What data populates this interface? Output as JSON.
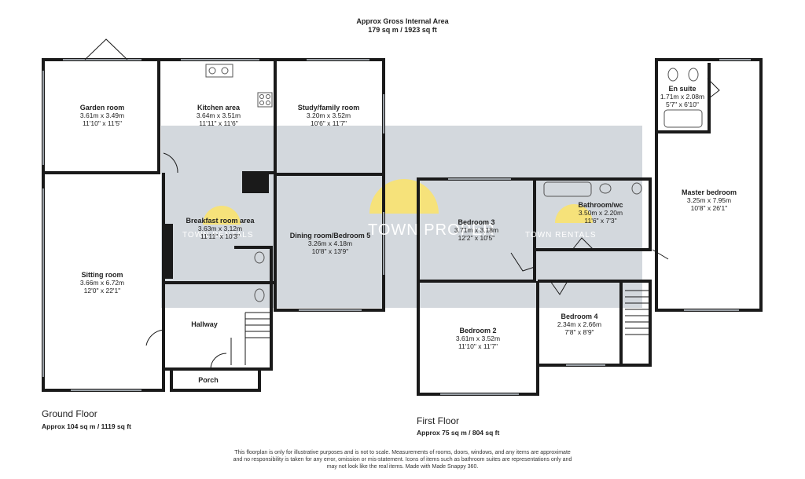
{
  "header": {
    "line1": "Approx Gross Internal Area",
    "line2": "179 sq m / 1923 sq ft"
  },
  "watermark": {
    "left_text": "TOWN RENTALS",
    "center_text": "TOWN PROPER",
    "right_text": "TOWN RENTALS"
  },
  "ground_floor": {
    "title": "Ground Floor",
    "area": "Approx 104 sq m / 1119 sq ft",
    "rooms": [
      {
        "name": "Garden room",
        "metric": "3.61m x 3.49m",
        "imperial": "11'10\" x 11'5\""
      },
      {
        "name": "Kitchen area",
        "metric": "3.64m x 3.51m",
        "imperial": "11'11\" x 11'6\""
      },
      {
        "name": "Study/family room",
        "metric": "3.20m x 3.52m",
        "imperial": "10'6\" x 11'7\""
      },
      {
        "name": "Breakfast room area",
        "metric": "3.63m x 3.12m",
        "imperial": "11'11\" x 10'3\""
      },
      {
        "name": "Dining room/Bedroom 5",
        "metric": "3.26m x 4.18m",
        "imperial": "10'8\" x 13'9\""
      },
      {
        "name": "Sitting room",
        "metric": "3.66m x 6.72m",
        "imperial": "12'0\" x 22'1\""
      },
      {
        "name": "Hallway",
        "metric": "",
        "imperial": ""
      },
      {
        "name": "Porch",
        "metric": "",
        "imperial": ""
      }
    ]
  },
  "first_floor": {
    "title": "First Floor",
    "area": "Approx 75 sq m / 804 sq ft",
    "rooms": [
      {
        "name": "Bedroom 3",
        "metric": "3.71m x 3.18m",
        "imperial": "12'2\" x 10'5\""
      },
      {
        "name": "Bathroom/wc",
        "metric": "3.50m x 2.20m",
        "imperial": "11'6\" x 7'3\""
      },
      {
        "name": "En suite",
        "metric": "1.71m x 2.08m",
        "imperial": "5'7\" x 6'10\""
      },
      {
        "name": "Master bedroom",
        "metric": "3.25m x 7.95m",
        "imperial": "10'8\" x 26'1\""
      },
      {
        "name": "Bedroom 2",
        "metric": "3.61m x 3.52m",
        "imperial": "11'10\" x 11'7\""
      },
      {
        "name": "Bedroom  4",
        "metric": "2.34m x 2.66m",
        "imperial": "7'8\" x 8'9\""
      }
    ]
  },
  "disclaimer": {
    "line1": "This floorplan is only for illustrative purposes and is not to scale. Measurements of rooms, doors, windows, and any items are approximate",
    "line2": "and no responsibility is taken for any error, omission or mis-statement. Icons of items such as bathroom suites are representations only and",
    "line3": "may not look like the real items. Made with Made Snappy 360."
  },
  "colors": {
    "wall": "#1a1a1a",
    "watermark_band": "#d3d8dd",
    "watermark_logo": "#f6e27a",
    "window": "#9aa0a6"
  }
}
